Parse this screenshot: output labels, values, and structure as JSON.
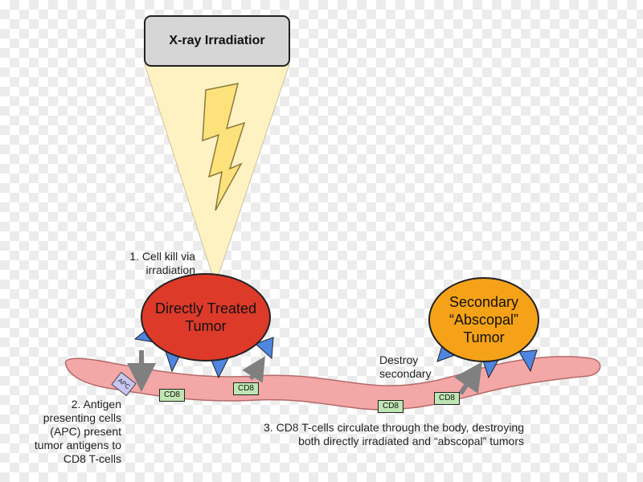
{
  "machine": {
    "label": "X-ray Irradiatior"
  },
  "tumors": {
    "primary": {
      "label": "Directly Treated\nTumor"
    },
    "secondary": {
      "label": "Secondary\n“Abscopal”\nTumor"
    }
  },
  "labels": {
    "step1": "1. Cell kill via\nirradiation",
    "step2": "2. Antigen\npresenting cells\n(APC) present\ntumor antigens to\nCD8 T-cells",
    "step3": "3. CD8 T-cells circulate through the body, destroying\nboth directly irradiated and “abscopal” tumors",
    "destroy": "Destroy\nsecondary"
  },
  "apc": {
    "label": "APC"
  },
  "tcells": [
    "CD8",
    "CD8",
    "CD8",
    "CD8"
  ],
  "colors": {
    "primary_tumor": "#dd3a2a",
    "secondary_tumor": "#f5a219",
    "vessel": "#f4a7a7",
    "beam": "#fff2c2",
    "bolt": "#fde27b",
    "receptor": "#4f86df",
    "cd8": "#bfe6b3",
    "apc": "#c9c6f2",
    "arrow": "#808080"
  }
}
